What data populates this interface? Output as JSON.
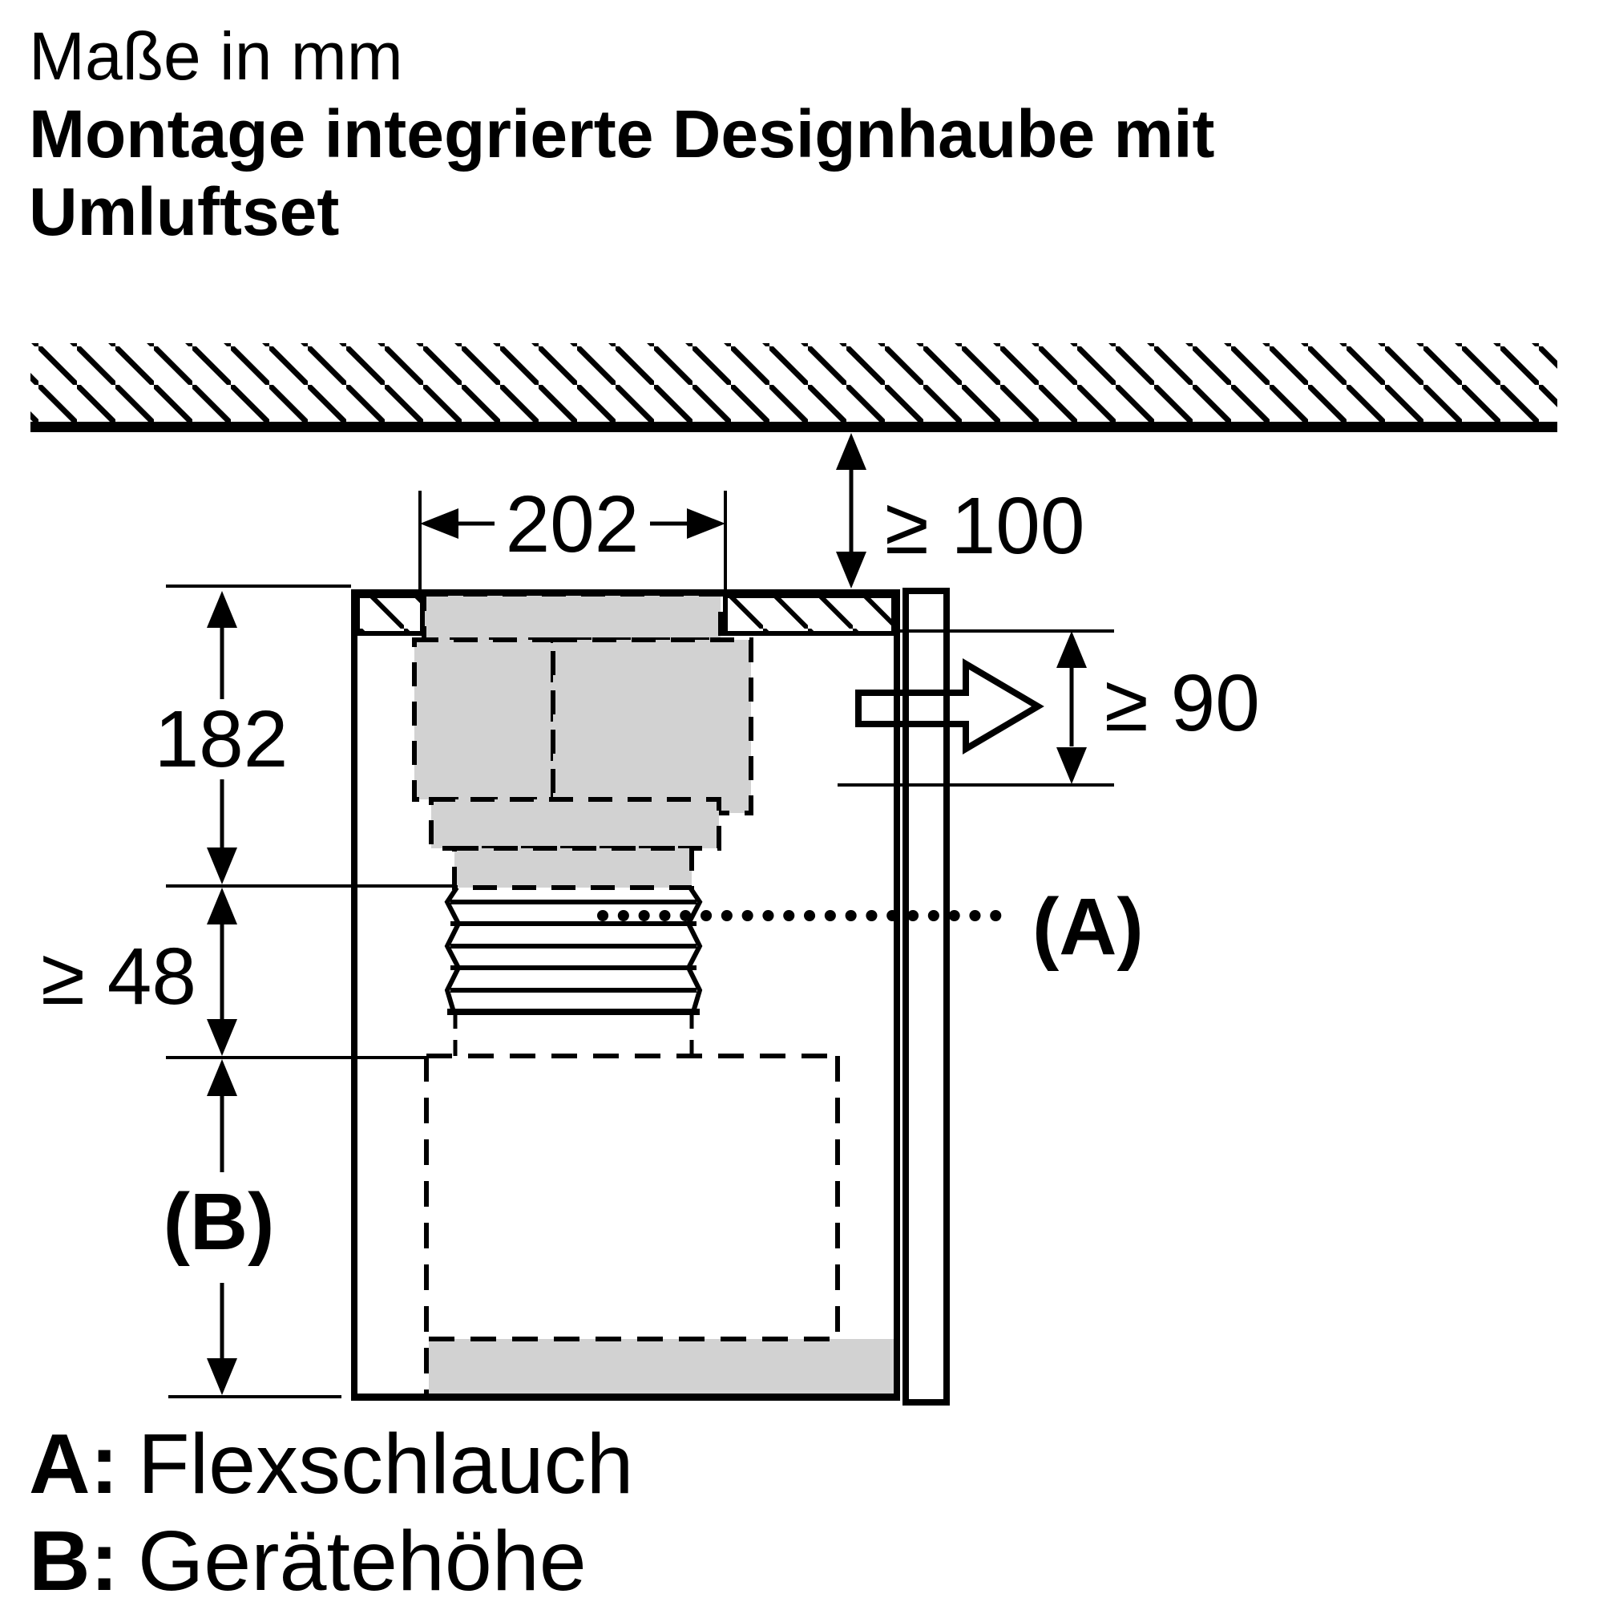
{
  "title": {
    "note": "Maße in mm",
    "heading": "Montage integrierte Designhaube mit Umluftset"
  },
  "dimensions": {
    "opening_width": "202",
    "ceiling_clearance": "≥ 100",
    "outlet_clearance": "≥ 90",
    "duct_section_height": "182",
    "hose_min_height": "≥ 48",
    "appliance_height_ref": "(B)",
    "flex_hose_ref": "(A)"
  },
  "legend": {
    "items": [
      {
        "key": "A:",
        "label": "Flexschlauch"
      },
      {
        "key": "B:",
        "label": "Gerätehöhe"
      }
    ]
  },
  "colors": {
    "ink": "#000000",
    "fill_gray": "#d2d2d2",
    "background": "#ffffff"
  }
}
